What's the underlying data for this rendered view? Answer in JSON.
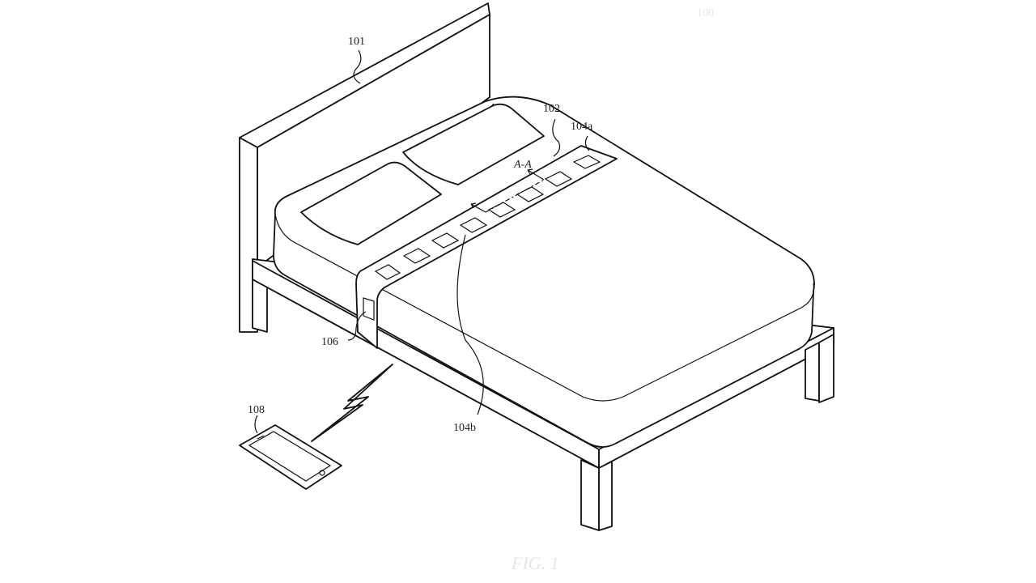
{
  "figure": {
    "title": "FIG. 1",
    "labels": {
      "system": "100",
      "bed": "101",
      "strap": "102",
      "sensor_a": "104a",
      "sensor_b": "104b",
      "section": "A-A",
      "controller": "106",
      "device": "108"
    }
  }
}
